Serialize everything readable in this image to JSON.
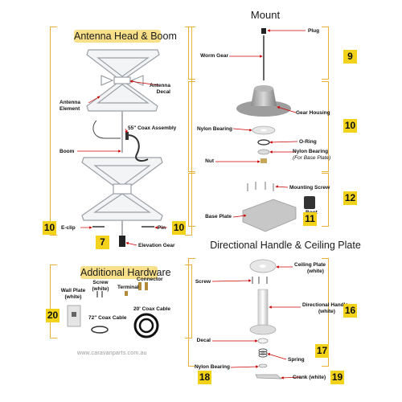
{
  "sections": {
    "antenna": "Antenna Head & Boom",
    "mount": "Mount",
    "hardware": "Additional Hardware",
    "handle": "Directional Handle & Ceiling Plate"
  },
  "labels": {
    "plug": "Plug",
    "worm_gear": "Worm Gear",
    "gear_housing": "Gear Housing",
    "nylon_bearing": "Nylon Bearing",
    "o_ring": "O-Ring",
    "nylon_bearing_base": "Nylon Bearing",
    "nylon_bearing_base_sub": "(For Base Plate)",
    "nut": "Nut",
    "mounting_screw": "Mounting Screw",
    "boot": "Boot",
    "base_plate": "Base Plate",
    "antenna_decal": "Antenna",
    "antenna_decal_2": "Decal",
    "antenna_element": "Antenna",
    "antenna_element_2": "Element",
    "coax_assembly": "55\" Coax Assembly",
    "boom": "Boom",
    "e_clip": "E-clip",
    "pin": "Pin",
    "elevation_gear": "Elevation Gear",
    "wall_plate": "Wall Plate",
    "wall_plate_2": "(white)",
    "screw_white": "Screw",
    "screw_white_2": "(white)",
    "terminal": "Terminal",
    "connector": "Connector",
    "coax_72": "72\" Coax Cable",
    "coax_20": "20' Coax Cable",
    "ceiling_plate": "Ceiling Plate",
    "ceiling_plate_2": "(white)",
    "screw": "Screw",
    "directional_handle": "Directional Handle",
    "directional_handle_2": "(white)",
    "decal": "Decal",
    "spring": "Spring",
    "nylon_bearing_handle": "Nylon Bearing",
    "crank": "Crank (white)"
  },
  "badges": {
    "b9": "9",
    "b10_mount": "10",
    "b12": "12",
    "b11": "11",
    "b10_eclip": "10",
    "b10_pin": "10",
    "b7": "7",
    "b20": "20",
    "b16": "16",
    "b17": "17",
    "b18": "18",
    "b19": "19"
  },
  "watermark": "www.caravanparts.com.au",
  "colors": {
    "badge": "#f2d21a",
    "banner": "#f8e08a",
    "bracket": "#e8b23a",
    "pointer": "#cc0000"
  }
}
